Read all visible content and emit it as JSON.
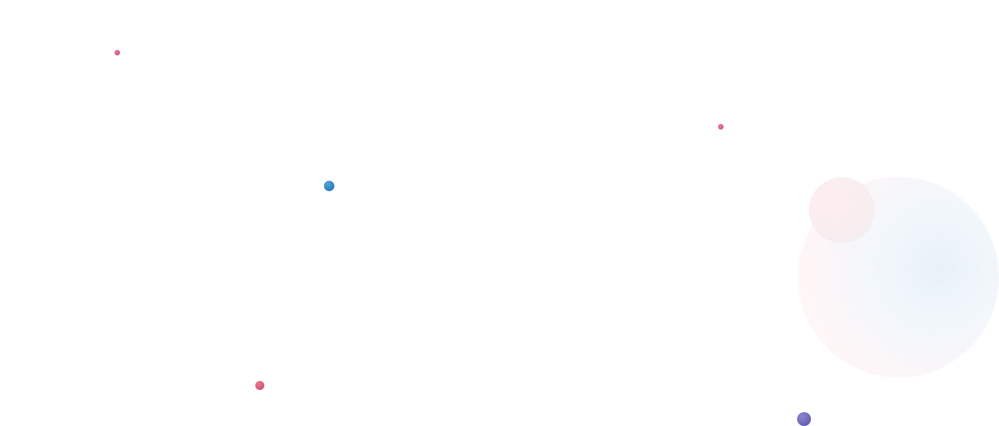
{
  "background": {
    "color": "#ffffff"
  },
  "decorations": {
    "dots": [
      {
        "name": "pink-dot-small",
        "color": "#c8457a"
      },
      {
        "name": "pink-dot-small",
        "color": "#c8457a"
      },
      {
        "name": "blue-dot",
        "color": "#1c6ea8"
      },
      {
        "name": "pink-dot",
        "color": "#c64a6a"
      },
      {
        "name": "purple-dot",
        "color": "#5a51a8"
      }
    ],
    "bubbles": [
      {
        "name": "large-pastel-bubble",
        "colors": [
          "#eef4fa",
          "#fff0f2"
        ]
      },
      {
        "name": "small-pastel-bubble",
        "colors": [
          "#ffecee",
          "#f0ecf0"
        ]
      }
    ]
  }
}
